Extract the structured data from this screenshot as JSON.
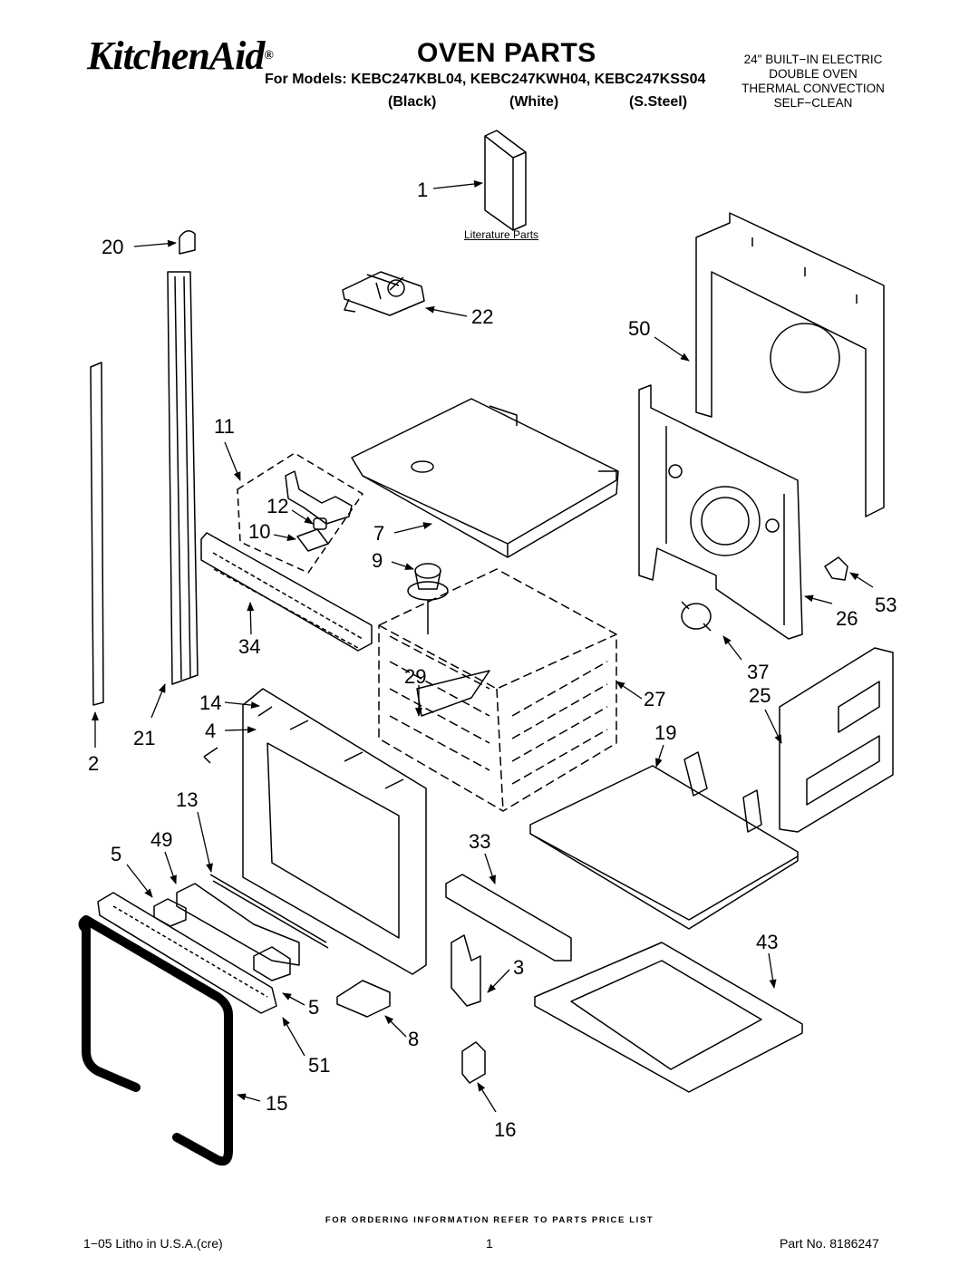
{
  "header": {
    "brand": "KitchenAid",
    "brand_mark": "®",
    "title": "OVEN PARTS",
    "models_line": "For Models: KEBC247KBL04, KEBC247KWH04, KEBC247KSS04",
    "colors": [
      "(Black)",
      "(White)",
      "(S.Steel)"
    ],
    "description": [
      "24\" BUILT−IN ELECTRIC",
      "DOUBLE OVEN",
      "THERMAL CONVECTION",
      "SELF−CLEAN"
    ]
  },
  "literature_label": "Literature Parts",
  "part_labels": [
    "1",
    "20",
    "22",
    "50",
    "11",
    "12",
    "10",
    "7",
    "9",
    "34",
    "29",
    "14",
    "4",
    "21",
    "2",
    "13",
    "49",
    "5",
    "33",
    "27",
    "25",
    "37",
    "26",
    "53",
    "19",
    "43",
    "3",
    "8",
    "51",
    "15",
    "16"
  ],
  "footer": {
    "ordering_note": "FOR ORDERING INFORMATION REFER TO PARTS PRICE LIST",
    "litho": "1−05 Litho in U.S.A.(cre)",
    "page": "1",
    "part_no": "Part No. 8186247"
  }
}
